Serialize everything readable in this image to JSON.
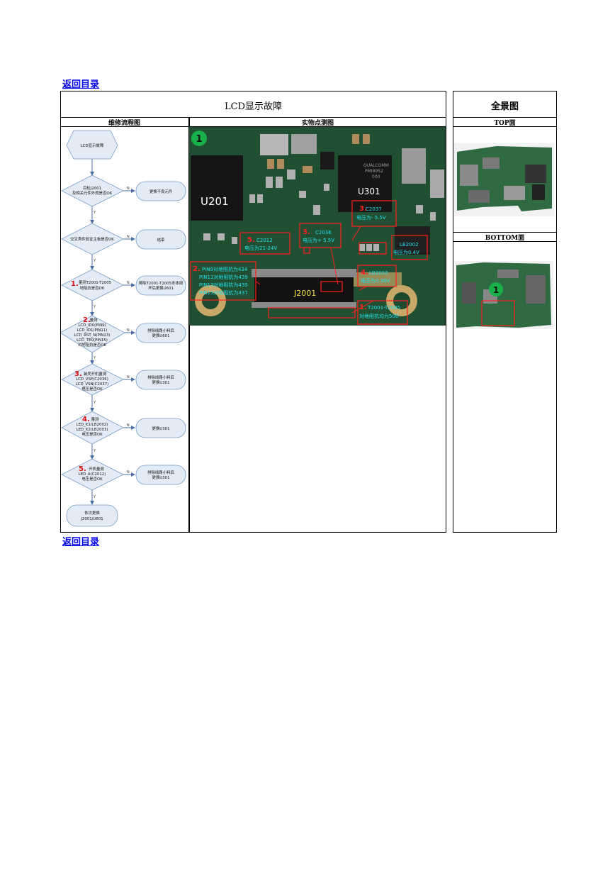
{
  "links": {
    "top": "返回目录",
    "bottom": "返回目录"
  },
  "main_panel": {
    "title": "LCD显示故障",
    "col_flow": "维修流程图",
    "col_photo": "实物点测图"
  },
  "side_panel": {
    "title": "全景图",
    "top_label": "TOP面",
    "bottom_label": "BOTTOM面"
  },
  "flow": {
    "start": "LCD显示故障",
    "d1": [
      "目检J2001",
      "及相关元件外观是否OK"
    ],
    "r1": "更换不良元件",
    "d2": "交叉秀件验证主板是否OK",
    "r2": "结束",
    "d3_num": "1.",
    "d3": [
      "量测T2001-T2005",
      "地阻抗是否OK"
    ],
    "r3": [
      "排除T2001-T2005本体损",
      "坏后更换U601"
    ],
    "d4_num": "2.",
    "d4": [
      "量测",
      "LCD_ID0(PIN9)",
      "LCD_ID1(PIN11)",
      "LCD_RST_N(PIN13)",
      "LCD_TE0(PIN15)",
      "对地阻抗是否OK"
    ],
    "r4": [
      "排除线路小料后",
      "更换U601"
    ],
    "d5_num": "3.",
    "d5": [
      "装壳开机量测",
      "LCD_VSP(C2036)",
      "LCD_VSN(C2037)",
      "电压是否OK"
    ],
    "r5": [
      "排除线路小料后",
      "更换U301"
    ],
    "d6_num": "4.",
    "d6": [
      "量测",
      "LED_K1(LB2002)",
      "LED_K2(LB2003)",
      "电压是否OK"
    ],
    "r6": "更换U301",
    "d7_num": "5.",
    "d7": [
      "开机量测",
      "LED_A(C2012)",
      "电压是否OK"
    ],
    "r7": [
      "排除线路小料后",
      "更换U301"
    ],
    "end": [
      "依次更换",
      "J2001/U601"
    ],
    "yes": "Y",
    "no": "N"
  },
  "photo": {
    "marker": "1",
    "u201": "U201",
    "u301": "U301",
    "j2001": "J2001",
    "chip_text": [
      "QUALCOMM",
      "PMI8952",
      "000"
    ],
    "a3_num": "3.",
    "a3": [
      "C2037",
      "电压为- 5.5V"
    ],
    "a3b_num": "3.",
    "a3b": [
      "C2036",
      "电压为+ 5.5V"
    ],
    "a5_num": "5.",
    "a5": [
      "C2012",
      "电压为21-24V"
    ],
    "a4a": [
      "LB2002",
      "电压为0.4V"
    ],
    "a4b_num": "4.",
    "a4b": [
      "LB2003",
      "电压为0.36V"
    ],
    "a2_num": "2.",
    "a2": [
      "PIN9对地阻抗为434",
      "PIN11对地阻抗为439",
      "PIN13对地阻抗为435",
      "PIN15对地阻抗为437"
    ],
    "a1_num": "1.",
    "a1": [
      "T2001-T2005",
      "对地阻抗均为500"
    ]
  },
  "colors": {
    "pcb": "#1d4a2e",
    "annotation": "#ff2020",
    "cyan": "#22e0ee",
    "shape_fill": "#e3ecf6",
    "shape_stroke": "#7a9cc4",
    "marker": "#18b04a"
  }
}
